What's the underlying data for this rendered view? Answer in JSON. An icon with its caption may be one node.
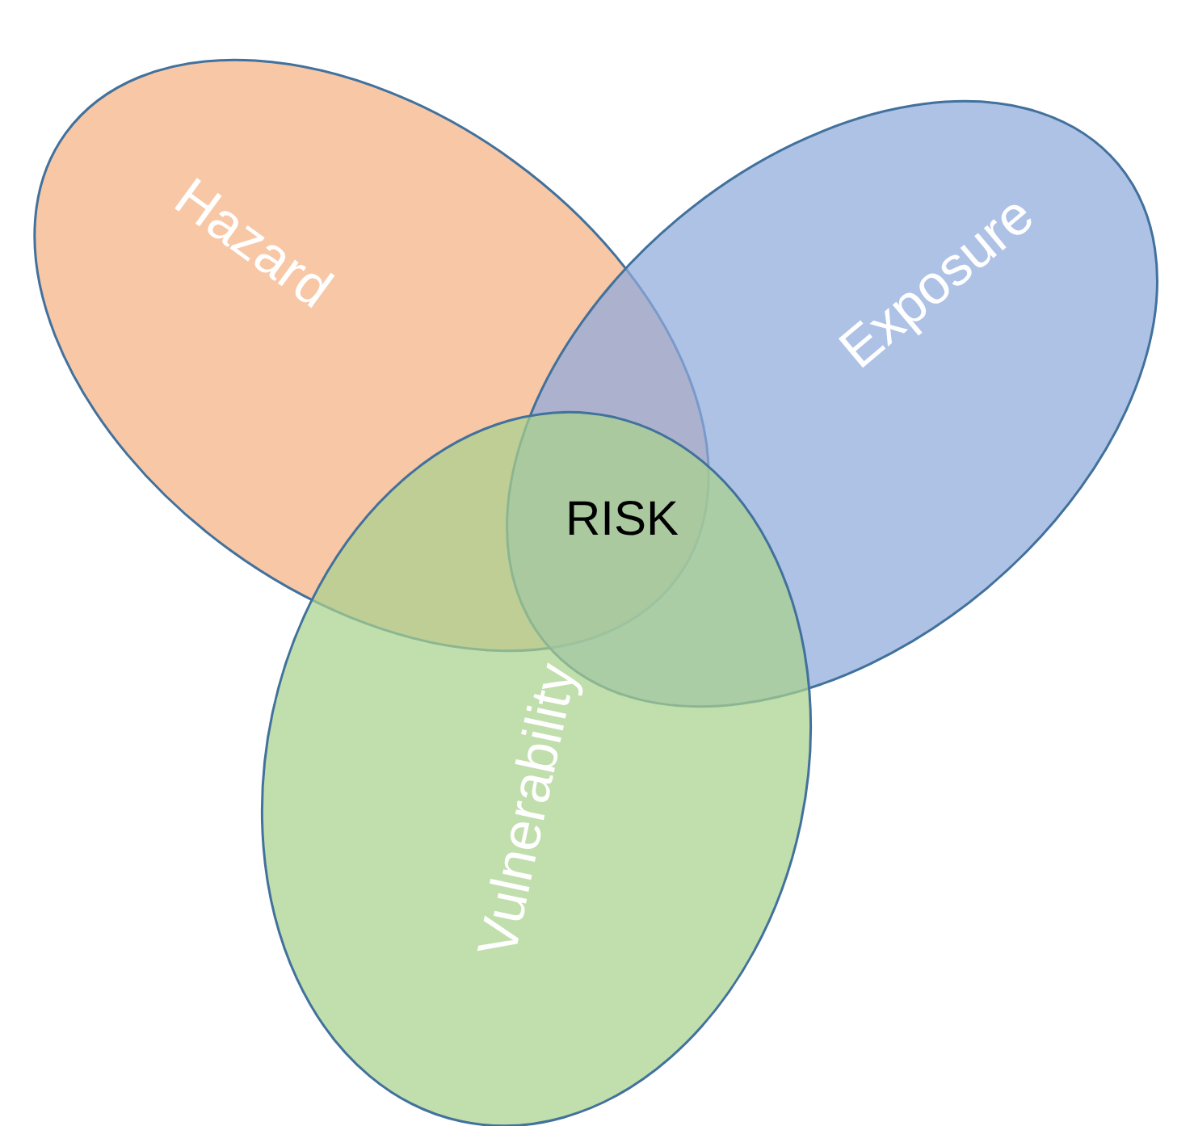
{
  "diagram": {
    "nodes": [
      {
        "text": [
          "Hazard"
        ]
      },
      {
        "text": [
          "Exposure"
        ]
      },
      {
        "text": [
          "Vulnerability"
        ]
      }
    ],
    "labels": [
      "RISK"
    ]
  }
}
